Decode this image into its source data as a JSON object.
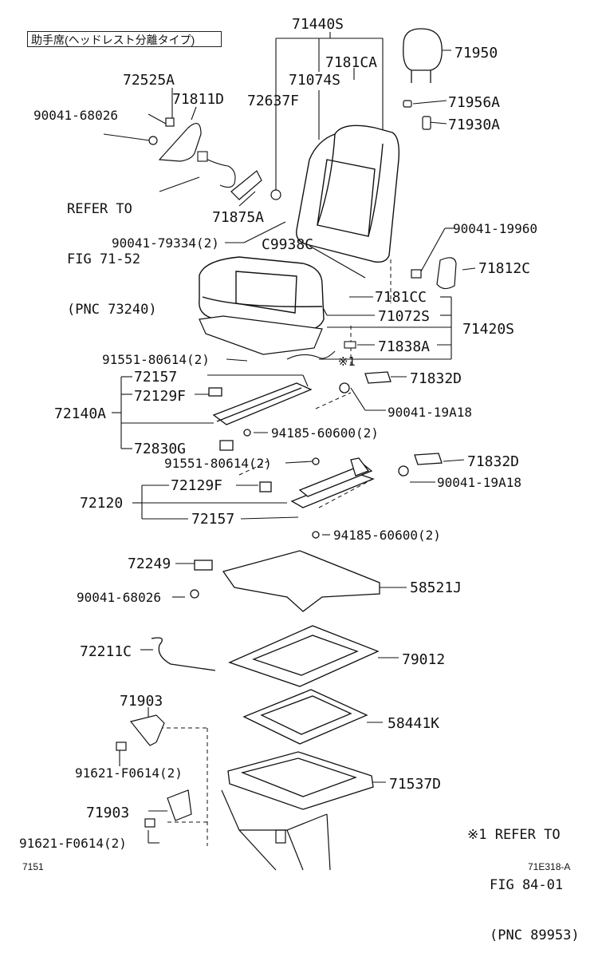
{
  "header_box": "助手席(ヘッドレスト分離タイプ)",
  "refer_left": [
    "REFER TO",
    "FIG 71-52",
    "(PNC 73240)"
  ],
  "refer_right": [
    "※1 REFER TO",
    "FIG 84-01",
    "(PNC 89953)"
  ],
  "footer_left": "7151",
  "footer_right": "71E318-A",
  "labels": {
    "p71440S": "71440S",
    "p7181CA": "7181CA",
    "p71950": "71950",
    "p71074S": "71074S",
    "p72525A": "72525A",
    "p71811D": "71811D",
    "p72637F": "72637F",
    "p90041_68026_a": "90041-68026",
    "p71956A": "71956A",
    "p71930A": "71930A",
    "p71875A": "71875A",
    "p90041_19960": "90041-19960",
    "p90041_79334": "90041-79334(2)",
    "pC9938C": "C9938C",
    "p71812C": "71812C",
    "p7181CC": "7181CC",
    "p71072S": "71072S",
    "p71420S": "71420S",
    "p91551_a": "91551-80614(2)",
    "p71838A": "71838A",
    "pmark1": "※1",
    "p72157_a": "72157",
    "p71832D_a": "71832D",
    "p72129F_a": "72129F",
    "p90041_19A18_a": "90041-19A18",
    "p72140A": "72140A",
    "p94185_a": "94185-60600(2)",
    "p72830G": "72830G",
    "p91551_b": "91551-80614(2)",
    "p71832D_b": "71832D",
    "p90041_19A18_b": "90041-19A18",
    "p72129F_b": "72129F",
    "p72120": "72120",
    "p72157_b": "72157",
    "p94185_b": "94185-60600(2)",
    "p72249": "72249",
    "p58521J": "58521J",
    "p90041_68026_b": "90041-68026",
    "p72211C": "72211C",
    "p79012": "79012",
    "p71903_a": "71903",
    "p58441K": "58441K",
    "p91621_a": "91621-F0614(2)",
    "p71537D": "71537D",
    "p71903_b": "71903",
    "p91621_b": "91621-F0614(2)"
  }
}
